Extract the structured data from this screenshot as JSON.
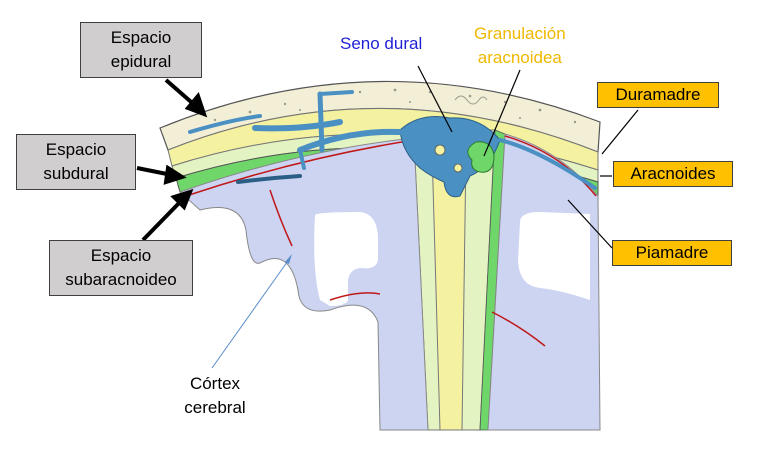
{
  "labels": {
    "espacio_epidural": "Espacio\nepidural",
    "espacio_subdural": "Espacio\nsubdural",
    "espacio_subaracnoideo": "Espacio\nsubaracnoideo",
    "seno_dural": "Seno dural",
    "granulacion_aracnoidea": "Granulación\naracnoidea",
    "duramadre": "Duramadre",
    "aracnoides": "Aracnoides",
    "piamadre": "Piamadre",
    "cortex_cerebral": "Córtex\ncerebral"
  },
  "colors": {
    "bone": "#f2efd6",
    "dura": "#f4f2a0",
    "arachnoid": "#e4f3c2",
    "pia": "#6fd66a",
    "cortex": "#cdd4f2",
    "sinus": "#4a90c2",
    "vessel_red": "#c01818",
    "label_gray": "#d0cece",
    "label_orange": "#ffc000",
    "seno_text": "#1f1fd6",
    "granulacion_text": "#f0b800"
  }
}
